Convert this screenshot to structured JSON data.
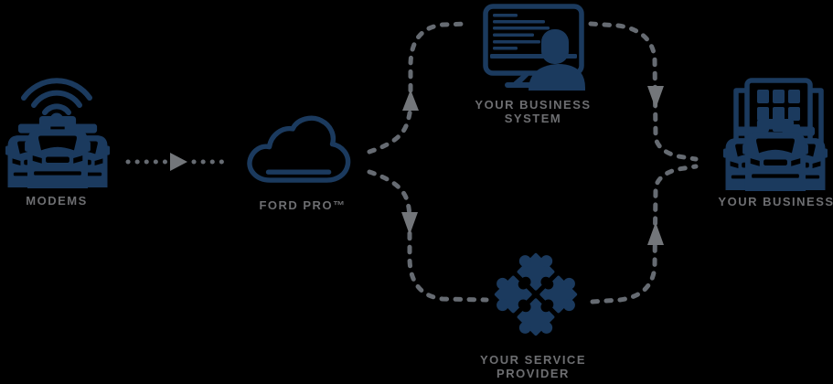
{
  "diagram_title": "Ford Pro connectivity flow",
  "colors": {
    "background": "#000000",
    "icon_navy": "#1b3a5e",
    "label_gray": "#6d6e71",
    "connector_gray": "#666b72",
    "arrowhead_gray": "#73767a"
  },
  "nodes": {
    "modems": {
      "label": "MODEMS",
      "icons": [
        "wifi-signal-icon",
        "vans-fleet-icon"
      ]
    },
    "ford_pro": {
      "label": "FORD PRO™",
      "icons": [
        "cloud-icon"
      ]
    },
    "business_system": {
      "label_line1": "YOUR BUSINESS",
      "label_line2": "SYSTEM",
      "icons": [
        "monitor-user-icon"
      ]
    },
    "service_provider": {
      "label_line1": "YOUR SERVICE",
      "label_line2": "PROVIDER",
      "icons": [
        "puzzle-pieces-icon"
      ]
    },
    "business": {
      "label": "YOUR BUSINESS",
      "icons": [
        "office-building-icon",
        "vans-fleet-icon"
      ]
    }
  },
  "connections": [
    {
      "from": "modems",
      "to": "ford_pro",
      "style": "dotted-arrow-right"
    },
    {
      "from": "ford_pro",
      "to": "business_system",
      "style": "dashed-curve-arrow-up"
    },
    {
      "from": "ford_pro",
      "to": "service_provider",
      "style": "dashed-curve-arrow-down"
    },
    {
      "from": "business_system",
      "to": "business",
      "style": "dashed-curve-arrow-down"
    },
    {
      "from": "service_provider",
      "to": "business",
      "style": "dashed-curve-arrow-up"
    }
  ]
}
